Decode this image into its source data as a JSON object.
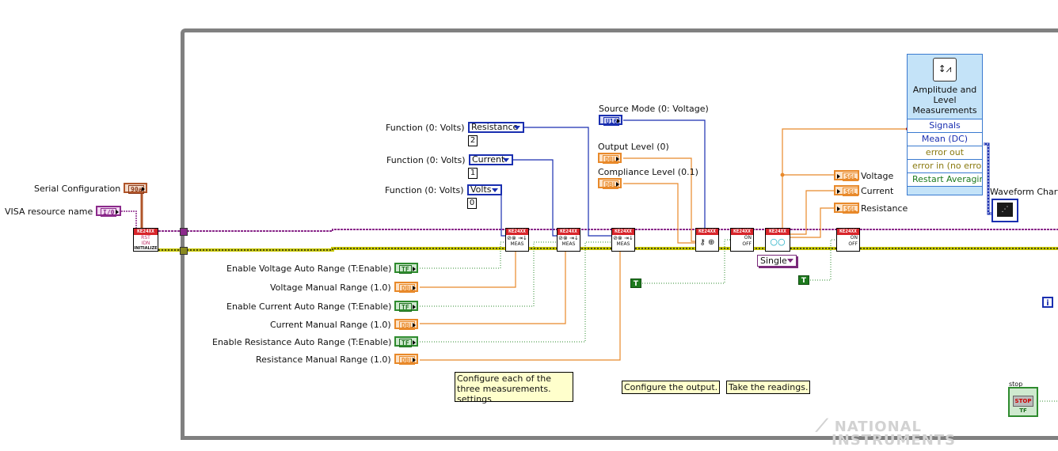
{
  "labels": {
    "serial_configuration": "Serial Configuration",
    "visa_resource_name": "VISA resource name",
    "function_resistance": "Function (0: Volts)",
    "function_current": "Function (0: Volts)",
    "function_volts": "Function (0: Volts)",
    "enable_voltage_auto_range": "Enable Voltage Auto Range (T:Enable)",
    "voltage_manual_range": "Voltage Manual Range (1.0)",
    "enable_current_auto_range": "Enable Current Auto Range (T:Enable)",
    "current_manual_range": "Current Manual Range (1.0)",
    "enable_resistance_auto_range": "Enable Resistance Auto Range (T:Enable)",
    "resistance_manual_range": "Resistance Manual Range (1.0)",
    "source_mode": "Source Mode  (0: Voltage)",
    "output_level": "Output Level (0)",
    "compliance_level": "Compliance  Level (0.1)",
    "voltage": "Voltage",
    "current": "Current",
    "resistance": "Resistance",
    "waveform_chart": "Waveform Chart",
    "stop": "stop"
  },
  "terminals": {
    "serial": "90a",
    "visa": "I/0",
    "dbl": "DBL",
    "tf": "TF",
    "u16": "U16",
    "sgl": "SGL"
  },
  "rings": [
    {
      "value": "Resistance",
      "index": "2"
    },
    {
      "value": "Current",
      "index": "1"
    },
    {
      "value": "Volts",
      "index": "0"
    }
  ],
  "subvis": {
    "header": "KE24XX",
    "initialize": "INITIALIZE",
    "meas": "MEAS",
    "on": "ON",
    "off": "OFF"
  },
  "constants": {
    "true": "T",
    "read_mode": "Single",
    "iteration": "i"
  },
  "express_vi": {
    "title": "Amplitude and Level Measurements",
    "rows": [
      "Signals",
      "Mean (DC)",
      "error out",
      "error in (no error)",
      "Restart Averaging"
    ]
  },
  "stop_button": {
    "label": "STOP",
    "type": "TF"
  },
  "comments": {
    "configure_measurements": "Configure each of the three measurements. settings",
    "configure_output": "Configure the output.",
    "take_readings": "Take the readings."
  },
  "watermark": {
    "line1": "NATIONAL",
    "line2": "INSTRUMENTS"
  }
}
